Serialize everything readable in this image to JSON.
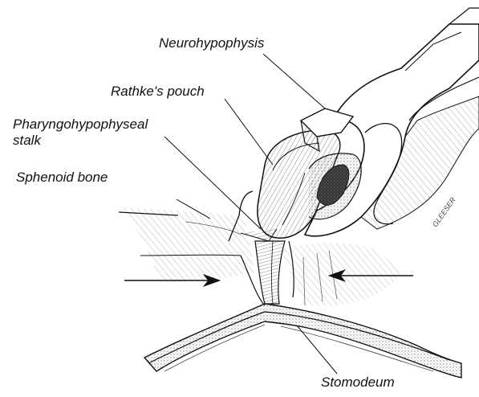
{
  "labels": {
    "neurohypophysis": "Neurohypophysis",
    "rathkes_pouch": "Rathke's pouch",
    "pharyngohypophyseal_line1": "Pharyngohypophyseal",
    "pharyngohypophyseal_line2": "stalk",
    "sphenoid_bone": "Sphenoid bone",
    "stomodeum": "Stomodeum"
  },
  "signature": "GLEESER",
  "colors": {
    "ink": "#111111",
    "hatch": "#9a9a9a",
    "background": "#ffffff"
  }
}
